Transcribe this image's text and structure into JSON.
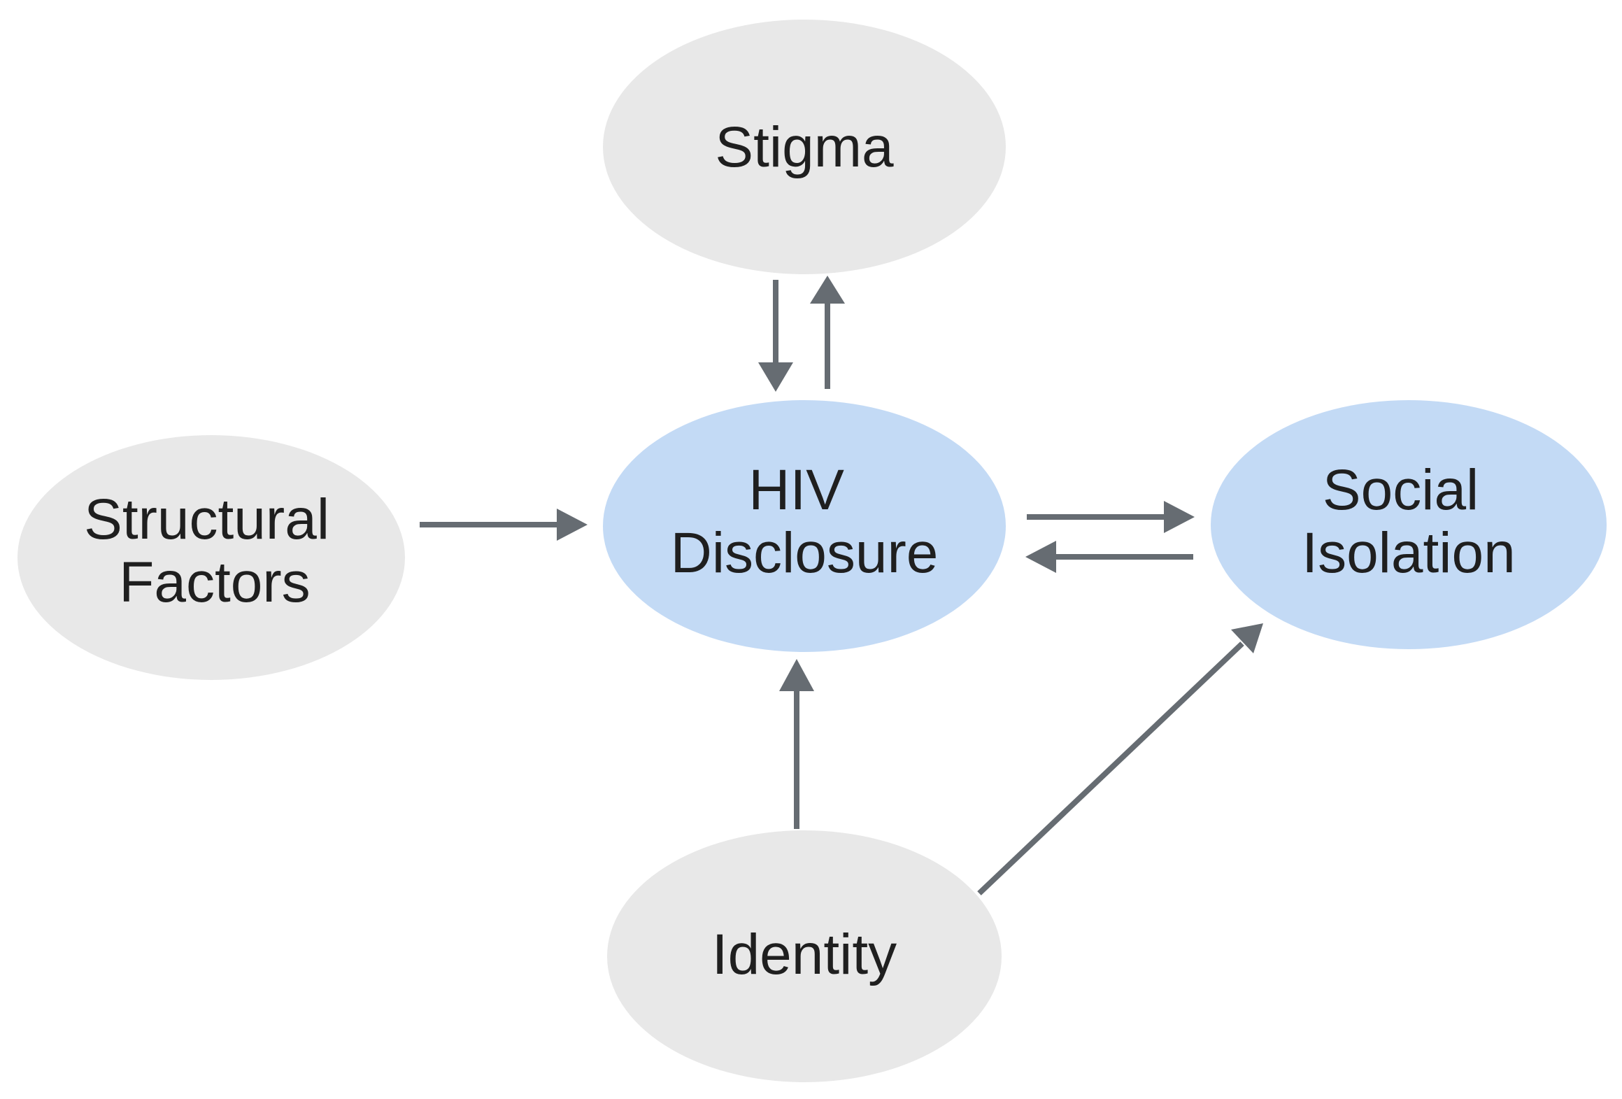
{
  "colors": {
    "background": "#ffffff",
    "node_gray": "#e8e8e8",
    "node_blue": "#c3daf5",
    "arrow": "#666c72",
    "text": "#1f1f1f"
  },
  "nodes": {
    "stigma": {
      "lines": [
        "Stigma"
      ]
    },
    "structural_factors": {
      "lines": [
        "Structural",
        "Factors"
      ]
    },
    "hiv_disclosure": {
      "lines": [
        "HIV",
        "Disclosure"
      ]
    },
    "social_isolation": {
      "lines": [
        "Social",
        "Isolation"
      ]
    },
    "identity": {
      "lines": [
        "Identity"
      ]
    }
  },
  "edges": [
    {
      "from": "stigma",
      "to": "hiv_disclosure"
    },
    {
      "from": "hiv_disclosure",
      "to": "stigma"
    },
    {
      "from": "structural_factors",
      "to": "hiv_disclosure"
    },
    {
      "from": "hiv_disclosure",
      "to": "social_isolation"
    },
    {
      "from": "social_isolation",
      "to": "hiv_disclosure"
    },
    {
      "from": "identity",
      "to": "hiv_disclosure"
    },
    {
      "from": "identity",
      "to": "social_isolation"
    }
  ]
}
